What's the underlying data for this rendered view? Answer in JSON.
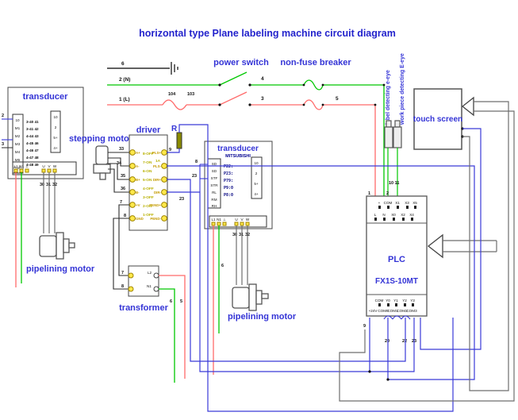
{
  "title": "horizontal type Plane labeling machine circuit diagram",
  "mains": {
    "ground_wire": "6",
    "neutral_label": "2 (N)",
    "live_label": "1 (L)",
    "fuse_in": "104",
    "fuse_out": "103",
    "power_switch": "power switch",
    "neutral_after_switch": "4",
    "live_after_switch": "3",
    "breaker": "non-fuse breaker",
    "live_after_breaker": "5"
  },
  "sensors": {
    "work_piece": "work piece detecting E-eye",
    "label_detect": "label detecting e-eye",
    "wires": "10 11"
  },
  "touch_screen": {
    "label": "touch screen"
  },
  "plc": {
    "name": "PLC",
    "model": "FX1S-10MT",
    "top_upper": [
      "+",
      "COM",
      "X1",
      "X3",
      "X5"
    ],
    "top_lower": [
      "L",
      "N",
      "X0",
      "X2",
      "X4"
    ],
    "bottom_upper": [
      "COM",
      "Y0",
      "Y1",
      "Y2",
      "Y3"
    ],
    "bottom_lower": [
      "+24V",
      "COM0",
      "COM1",
      "COM2",
      "COM3"
    ],
    "wire_live": "1",
    "wire_neutral": "2",
    "wire_9": "9",
    "wire_20": "20",
    "wire_22": "22",
    "wire_23": "23"
  },
  "t1": {
    "title": "transducer",
    "left_pins": [
      "10",
      "M1",
      "M2",
      "M3",
      "M4",
      "M5",
      "GND"
    ],
    "params": [
      "3-40 41",
      "3-41 42",
      "4-44 43",
      "4-45 46",
      "4-46 47",
      "4-47 48",
      "4-48 49"
    ],
    "right_pins": [
      "10",
      "2",
      "5+",
      "4+"
    ],
    "bottom_left": [
      "L1",
      "N1",
      "⊥"
    ],
    "bottom_right": [
      "U",
      "V",
      "W"
    ],
    "bottom_numbers": [
      "30",
      "31",
      "32"
    ],
    "side_wire_a": "2",
    "side_wire_b": "3",
    "motor_label": "pipelining motor"
  },
  "stepping": {
    "label": "stepping motor",
    "w33": "33",
    "w34": "34",
    "w35": "35",
    "w36": "36"
  },
  "driver": {
    "title": "driver",
    "r_label": "R",
    "dip": [
      "8-OFF",
      "7-ON",
      "6-ON",
      "5-ON",
      "4-OFF",
      "3-OFF",
      "2-ON",
      "1-OFF"
    ],
    "dip_note": "1A",
    "left_pins": [
      "A+",
      "A-",
      "B+",
      "B-",
      "+V",
      "GND"
    ],
    "right_pins": [
      "PLS+",
      "PLS-",
      "DIR+",
      "DIR-",
      "PEND+",
      "PEND-"
    ],
    "w7": "7",
    "w8": "8",
    "w9": "9",
    "bus_23": "23"
  },
  "mits": {
    "title": "transducer",
    "brand": "MITSUBISHI",
    "left_pins": [
      "SD",
      "SD",
      "STF",
      "STR",
      "RL",
      "RM",
      "RH"
    ],
    "params": [
      "P22:",
      "P23:",
      "P79:",
      "P9:0",
      "P8:0"
    ],
    "right_pins": [
      "10",
      "2",
      "5+",
      "4+"
    ],
    "bottom_left": [
      "L1",
      "N1",
      "⊥"
    ],
    "bottom_right": [
      "U",
      "V",
      "W"
    ],
    "bottom_numbers": [
      "30",
      "31",
      "32"
    ],
    "stub_8": "8",
    "stub_23": "23",
    "wire_n": "6",
    "motor_label": "pipelining motor"
  },
  "transformer": {
    "label": "transformer",
    "pin_7": "7",
    "pin_8": "8",
    "out_l": "L2",
    "out_n": "N1",
    "wire_green": "6",
    "wire_red": "5"
  },
  "colors": {
    "live": "#ff6a6a",
    "neutral": "#00c800",
    "signal": "#3a3ad8",
    "comm": "#6e6e6e",
    "label_blue": "#3434d6",
    "terminal_yellow": "#ffe84a"
  }
}
